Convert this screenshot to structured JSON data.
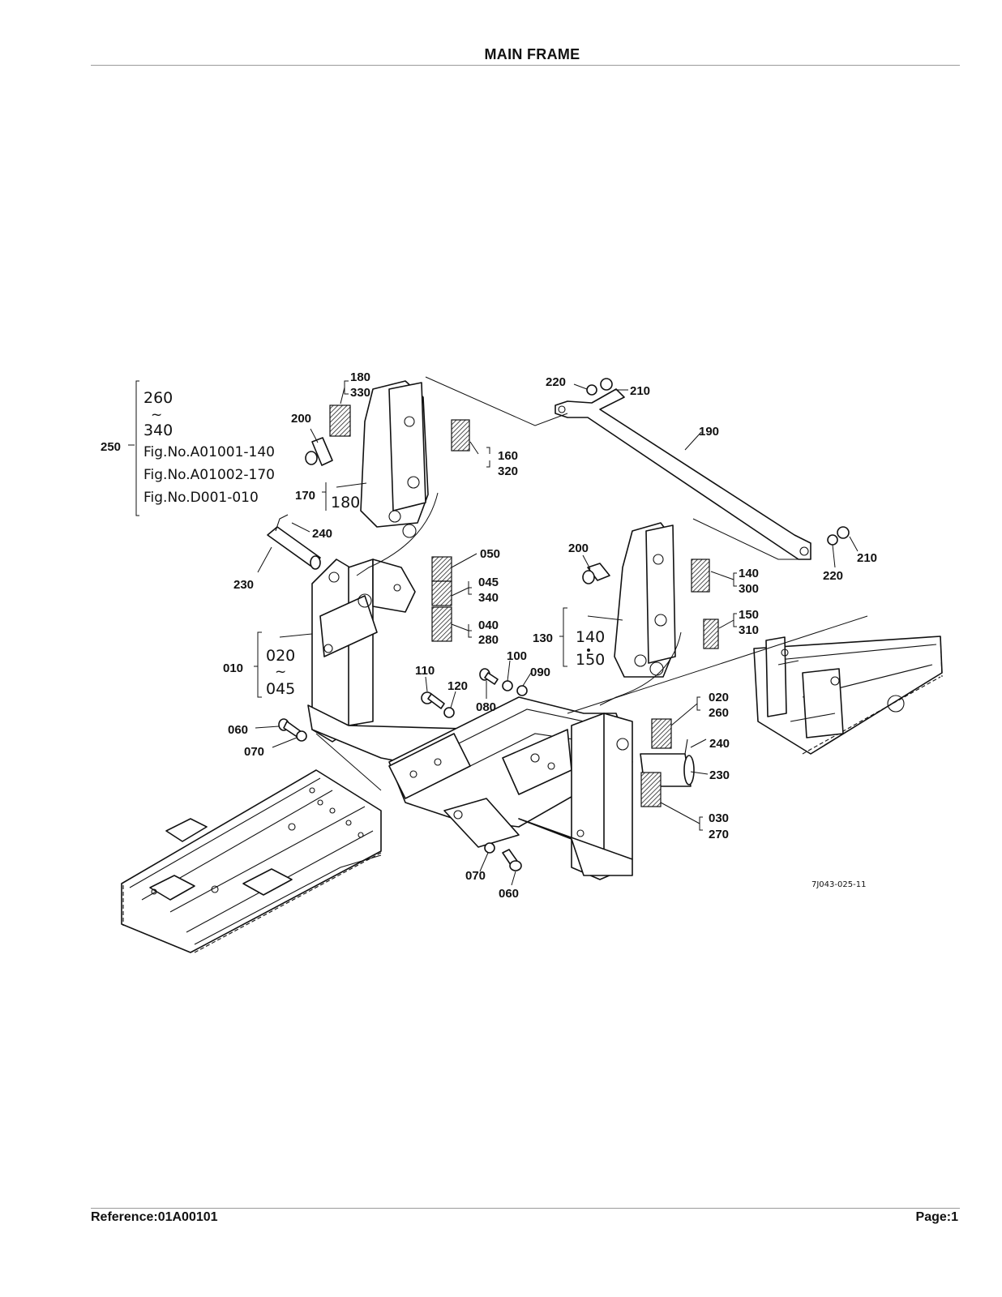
{
  "header": {
    "title": "MAIN FRAME"
  },
  "footer": {
    "reference": "Reference:01A00101",
    "page": "Page:1"
  },
  "diagram": {
    "drawing_code": "7J043-025-11",
    "callouts": {
      "c180a": "180",
      "c330": "330",
      "c200a": "200",
      "c160": "160",
      "c320": "320",
      "c170": "170",
      "c180b": "180",
      "c240a": "240",
      "c230a": "230",
      "c050": "050",
      "c045": "045",
      "c340": "340",
      "c040": "040",
      "c280": "280",
      "c010": "010",
      "c020a": "020",
      "c045b": "045",
      "c060a": "060",
      "c070a": "070",
      "c110": "110",
      "c120": "120",
      "c080": "080",
      "c100": "100",
      "c090": "090",
      "c220a": "220",
      "c210a": "210",
      "c190": "190",
      "c220b": "220",
      "c210b": "210",
      "c200b": "200",
      "c140": "140",
      "c300": "300",
      "c150": "150",
      "c310": "310",
      "c130": "130",
      "c140b": "140",
      "c150b": "150",
      "c020b": "020",
      "c260": "260",
      "c240b": "240",
      "c230b": "230",
      "c030": "030",
      "c270": "270",
      "c070b": "070",
      "c060b": "060"
    },
    "ref_block": {
      "number": "250",
      "range_start": "260",
      "tilde": "~",
      "range_end": "340",
      "refs": [
        "Fig.No.A01001-140",
        "Fig.No.A01002-170",
        "Fig.No.D001-010"
      ]
    }
  }
}
